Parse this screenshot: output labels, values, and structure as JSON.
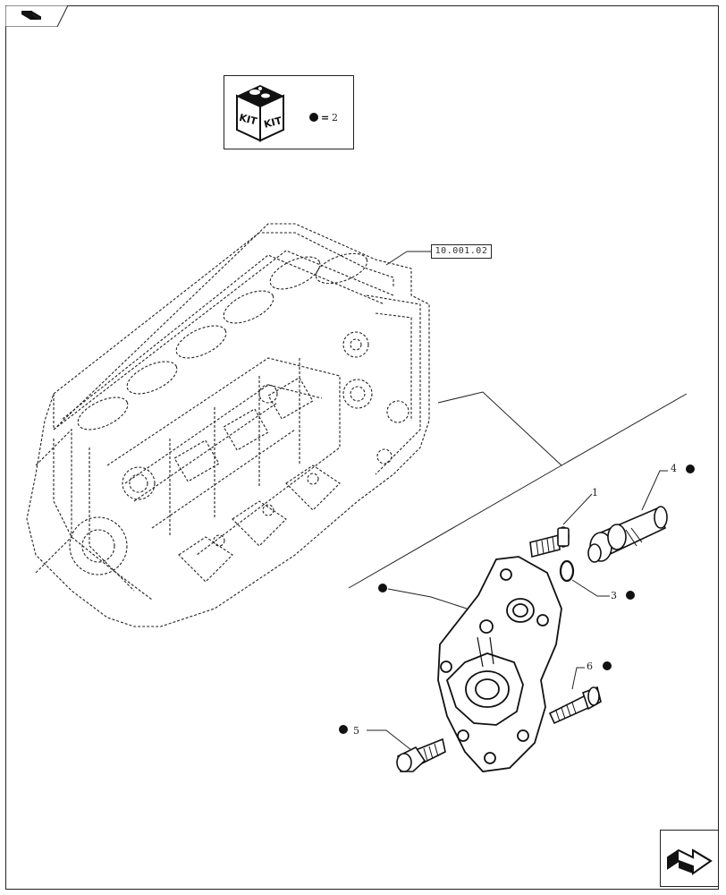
{
  "kit": {
    "label_left": "KIT",
    "label_right": "KIT",
    "equals": "=",
    "quantity": "2"
  },
  "reference": {
    "code": "10.001.02"
  },
  "callouts": [
    {
      "number": "1",
      "kit_marker": false
    },
    {
      "number": "3",
      "kit_marker": true
    },
    {
      "number": "4",
      "kit_marker": true
    },
    {
      "number": "5",
      "kit_marker": true
    },
    {
      "number": "6",
      "kit_marker": true
    }
  ],
  "icons": {
    "corner": "book-icon",
    "kit": "kit-box-icon",
    "nav": "next-page-arrow-icon"
  }
}
